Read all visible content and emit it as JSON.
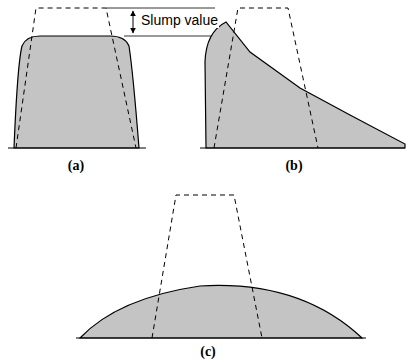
{
  "diagram": {
    "labels": [
      "Slump value",
      "(a)",
      "(b)",
      "(c)"
    ]
  }
}
